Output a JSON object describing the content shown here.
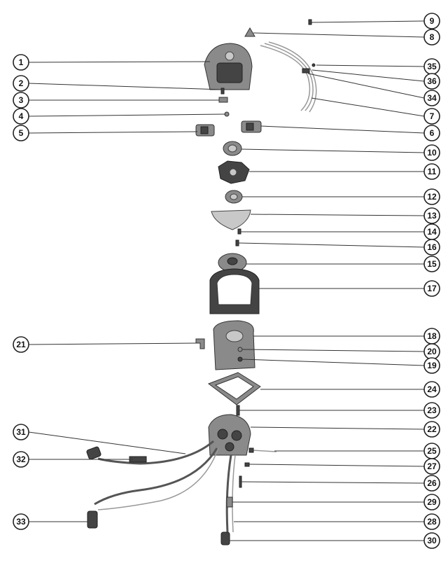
{
  "title": "Distributor / ignition exploded parts diagram",
  "callouts": [
    "9",
    "8",
    "35",
    "36",
    "34",
    "7",
    "6",
    "10",
    "11",
    "12",
    "13",
    "14",
    "16",
    "15",
    "17",
    "18",
    "20",
    "19",
    "24",
    "23",
    "22",
    "25",
    "27",
    "26",
    "29",
    "28",
    "30",
    "1",
    "2",
    "3",
    "4",
    "5",
    "21",
    "31",
    "32",
    "33"
  ]
}
